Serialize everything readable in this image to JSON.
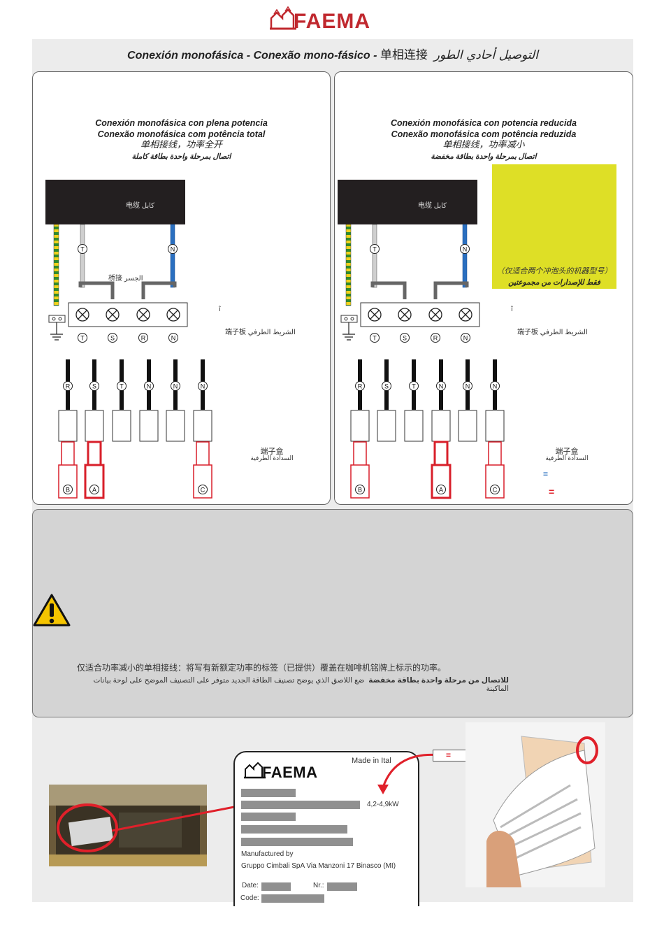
{
  "brand": {
    "logo": "FAEMA",
    "logo_color": "#c0282e"
  },
  "header": {
    "title_es": "Conexión monofásica",
    "title_pt": "Conexão mono-fásico",
    "title_cn": "单相连接",
    "title_ar": "التوصيل أحادي الطور",
    "sep": " - "
  },
  "left_panel": {
    "line_es": "Conexión monofásica con plena potencia",
    "line_pt": "Conexão monofásica com potência total",
    "line_cn": "单相接线，功率全开",
    "line_ar": "اتصال بمرحلة واحدة بطاقة كاملة",
    "cable_label": "电缆  كابل",
    "bridge_label": "桥接      الجسر",
    "terminal_board_label": "端子板    الشريط الطرفي",
    "terminal_box_cn": "端子盒",
    "terminal_box_ar": "السدادة الطرفية",
    "mark": "î"
  },
  "right_panel": {
    "line_es": "Conexión monofásica con potencia reducida",
    "line_pt": "Conexão monofásica com potência reduzida",
    "line_cn": "单相接线，功率减小",
    "line_ar": "اتصال بمرحلة واحدة بطاقة مخفضة",
    "cable_label": "电缆  كابل",
    "terminal_board_label": "端子板    الشريط الطرفي",
    "terminal_box_cn": "端子盒",
    "terminal_box_ar": "السدادة الطرفية",
    "mark": "î",
    "note_cn": "（仅适合两个冲泡头的机器型号）",
    "note_ar": "فقط للإصدارات من مجموعتين",
    "eq_blue": "=",
    "eq_red": "="
  },
  "terminals": {
    "board": [
      "T",
      "S",
      "R",
      "N"
    ],
    "cable_top": [
      "T",
      "N"
    ],
    "box_wires": [
      "R",
      "S",
      "T",
      "N",
      "N",
      "N"
    ],
    "left_bridges": [
      "B",
      "A",
      "C"
    ],
    "right_bridges": [
      "B",
      "A",
      "C"
    ]
  },
  "warning": {
    "text_cn": "仅适合功率减小的单相接线：将写有新额定功率的标签（已提供）覆盖在咖啡机铭牌上标示的功率。",
    "text_ar_bold": "للاتصال من مرحلة واحدة بطاقة مخفضة",
    "text_ar": "ضع اللاصق الذي يوضح تصنيف الطاقة الجديد  متوفر  على التصنيف الموضح على لوحة بيانات الماكينة"
  },
  "plate": {
    "logo": "FAEMA",
    "made_in": "Made in Ital",
    "power": "4,2-4,9kW",
    "manufactured_by": "Manufactured by",
    "manufacturer": "Gruppo Cimbali SpA Via Manzoni 17 Binasco (MI)",
    "date_label": "Date:",
    "nr_label": "Nr.:",
    "code_label": "Code:"
  },
  "label_callout": {
    "eq": "="
  },
  "colors": {
    "red": "#e0202a",
    "blue": "#2a6fc0",
    "yellow": "#dedf26",
    "panel_grey": "#ececec"
  }
}
